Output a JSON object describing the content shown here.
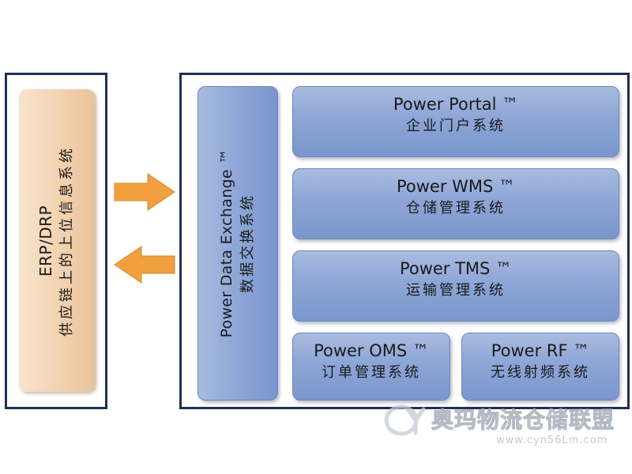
{
  "left_panel": {
    "title": "ERP/DRP",
    "subtitle": "供应链上的上位信息系统"
  },
  "arrows": {
    "color": "#f0a040",
    "directions": [
      "right",
      "left"
    ]
  },
  "right_panel": {
    "exchange": {
      "title": "Power Data Exchange ™",
      "subtitle": "数据交换系统"
    },
    "modules": {
      "portal": {
        "title": "Power Portal ™",
        "subtitle": "企业门户系统"
      },
      "wms": {
        "title": "Power WMS ™",
        "subtitle": "仓储管理系统"
      },
      "tms": {
        "title": "Power TMS ™",
        "subtitle": "运输管理系统"
      },
      "oms": {
        "title": "Power OMS ™",
        "subtitle": "订单管理系统"
      },
      "rf": {
        "title": "Power RF ™",
        "subtitle": "无线射频系统"
      }
    }
  },
  "watermark": {
    "title": "奥玛物流仓储联盟",
    "url": "www.cyn56Lm.com"
  },
  "colors": {
    "frame": "#1f2f55",
    "module_blue": "#8da6d6",
    "erp_peach": "#f2d2b0",
    "arrow_orange": "#f0a040"
  }
}
